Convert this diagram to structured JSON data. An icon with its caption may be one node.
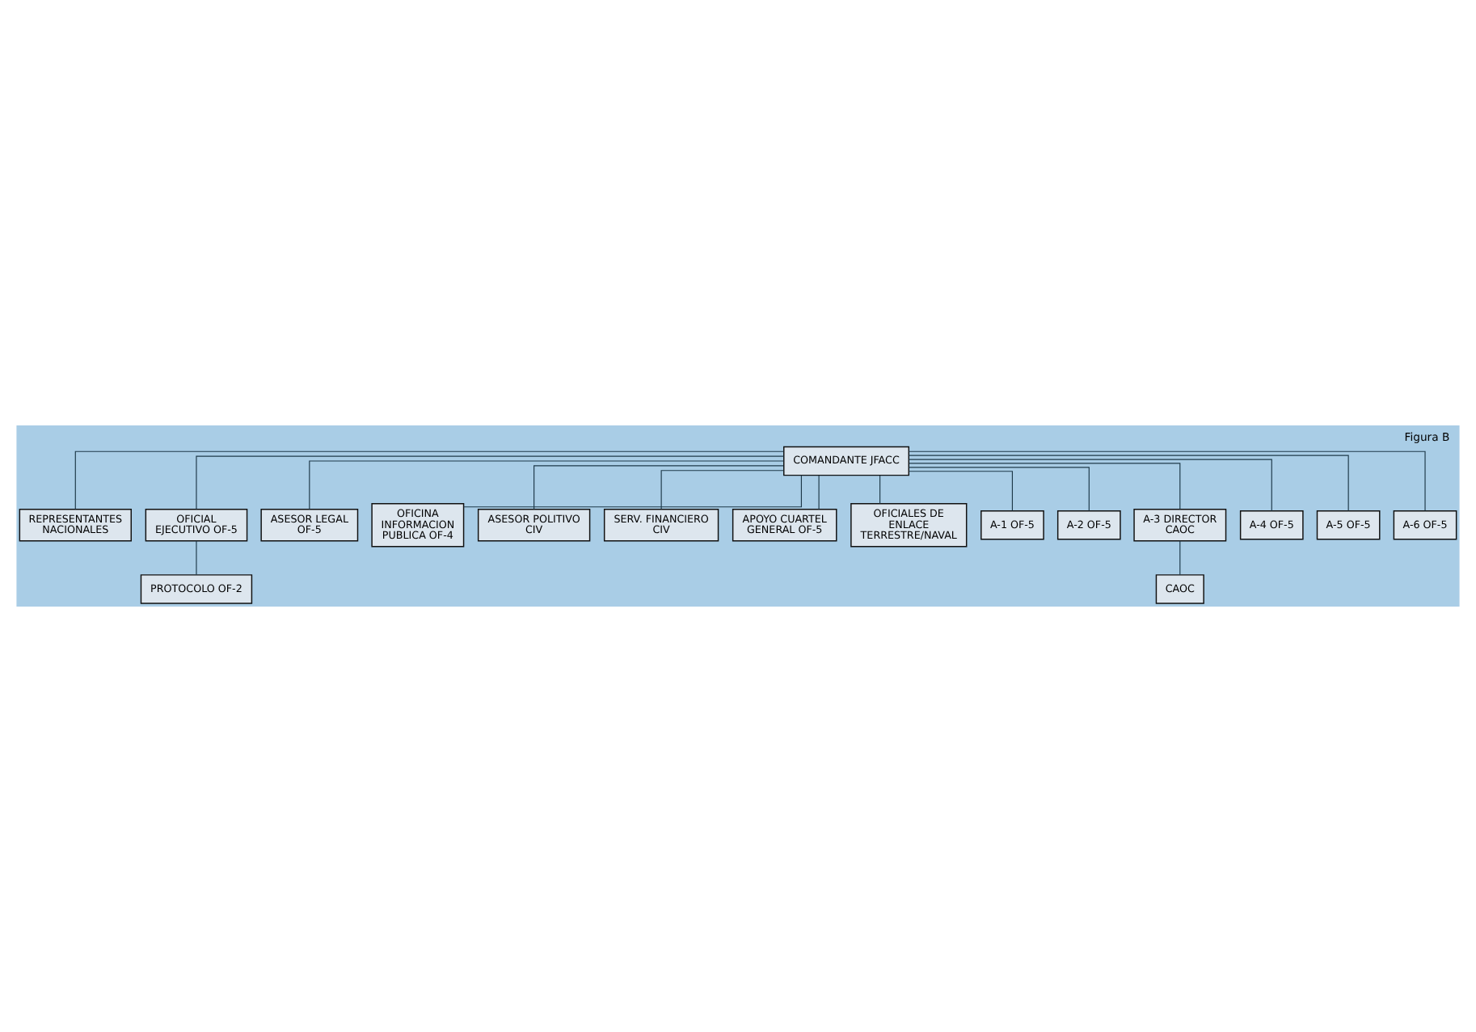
{
  "diagram": {
    "title": "Figura B",
    "nodes": [
      {
        "text": [
          "COMANDANTE JFACC"
        ]
      },
      {
        "text": [
          "REPRESENTANTES NACIONALES"
        ]
      },
      {
        "text": [
          "OFICIAL EJECUTIVO OF-5"
        ]
      },
      {
        "text": [
          "PROTOCOLO OF-2"
        ]
      },
      {
        "text": [
          "ASESOR LEGAL OF-5"
        ]
      },
      {
        "text": [
          "OFICINA INFORMACION PUBLICA OF-4"
        ]
      },
      {
        "text": [
          "ASESOR POLITIVO CIV"
        ]
      },
      {
        "text": [
          "SERV. FINANCIERO CIV"
        ]
      },
      {
        "text": [
          "APOYO CUARTEL GENERAL OF-5"
        ]
      },
      {
        "text": [
          "OFICIALES DE ENLACE TERRESTRE/NAVAL"
        ]
      },
      {
        "text": [
          "A-1 OF-5"
        ]
      },
      {
        "text": [
          "A-2 OF-5"
        ]
      },
      {
        "text": [
          "A-3 DIRECTOR CAOC"
        ]
      },
      {
        "text": [
          "A-4 OF-5"
        ]
      },
      {
        "text": [
          "A-5 OF-5"
        ]
      },
      {
        "text": [
          "A-6 OF-5"
        ]
      },
      {
        "text": [
          "CAOC"
        ]
      }
    ],
    "edges": [
      {
        "from": 0,
        "to": 1,
        "arrow": "none"
      },
      {
        "from": 0,
        "to": 2,
        "arrow": "none"
      },
      {
        "from": 2,
        "to": 3,
        "arrow": "none"
      },
      {
        "from": 0,
        "to": 4,
        "arrow": "none"
      },
      {
        "from": 0,
        "to": 5,
        "arrow": "none"
      },
      {
        "from": 0,
        "to": 6,
        "arrow": "none"
      },
      {
        "from": 0,
        "to": 7,
        "arrow": "none"
      },
      {
        "from": 0,
        "to": 8,
        "arrow": "none"
      },
      {
        "from": 0,
        "to": 9,
        "arrow": "none"
      },
      {
        "from": 0,
        "to": 10,
        "arrow": "none"
      },
      {
        "from": 0,
        "to": 11,
        "arrow": "none"
      },
      {
        "from": 0,
        "to": 12,
        "arrow": "none"
      },
      {
        "from": 0,
        "to": 13,
        "arrow": "none"
      },
      {
        "from": 0,
        "to": 14,
        "arrow": "none"
      },
      {
        "from": 0,
        "to": 15,
        "arrow": "none"
      },
      {
        "from": 12,
        "to": 16,
        "arrow": "none"
      }
    ]
  }
}
